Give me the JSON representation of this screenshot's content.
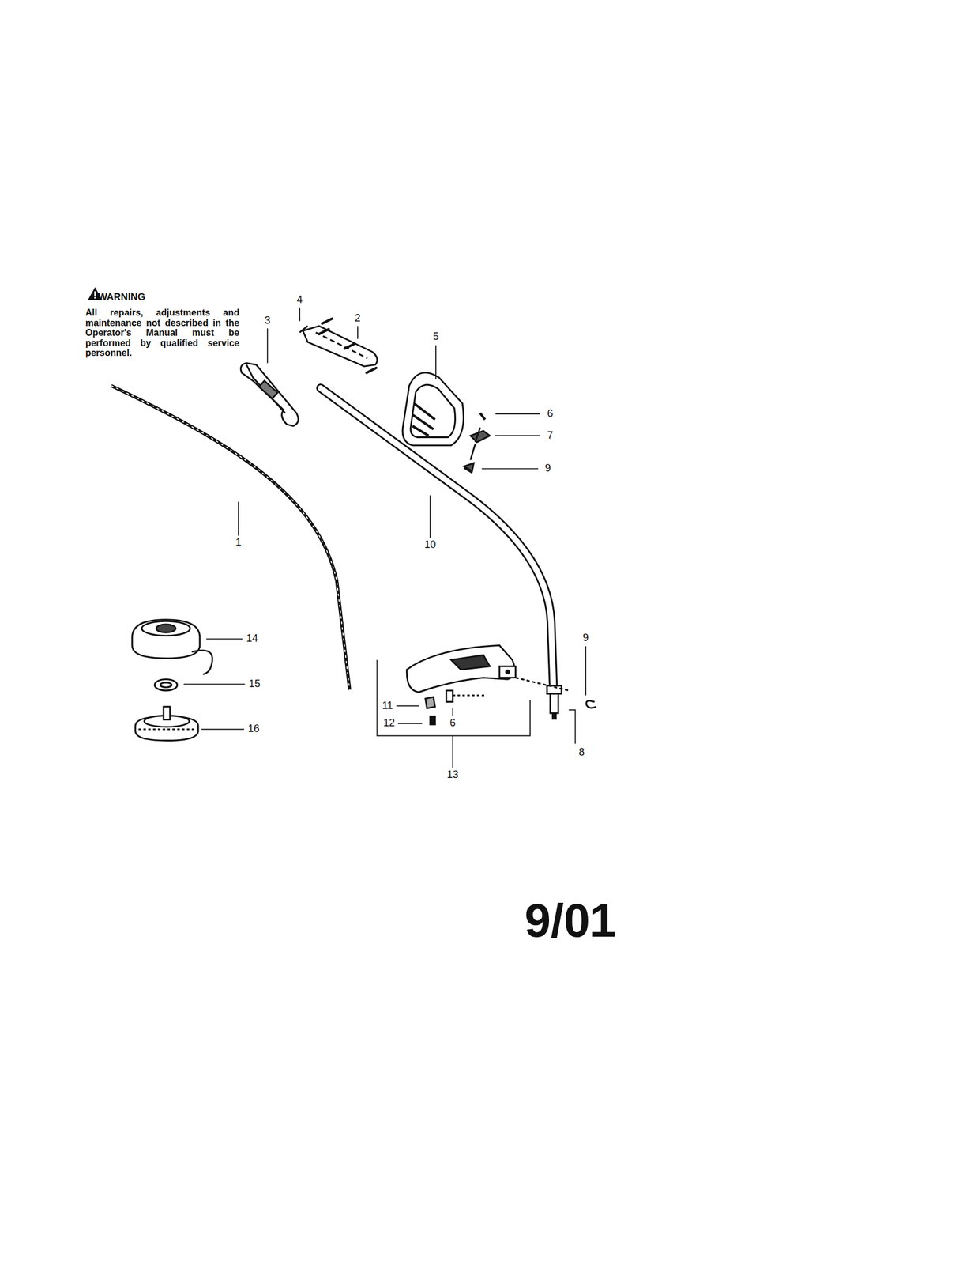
{
  "diagram": {
    "labels": [
      "WARNING",
      "All repairs, adjustments and maintenance not described in the Operator's Manual must be performed by qualified service personnel.",
      "4",
      "3",
      "2",
      "5",
      "6",
      "7",
      "9",
      "1",
      "10",
      "14",
      "9",
      "15",
      "11",
      "12",
      "6",
      "8",
      "16",
      "13",
      "9/01"
    ]
  }
}
